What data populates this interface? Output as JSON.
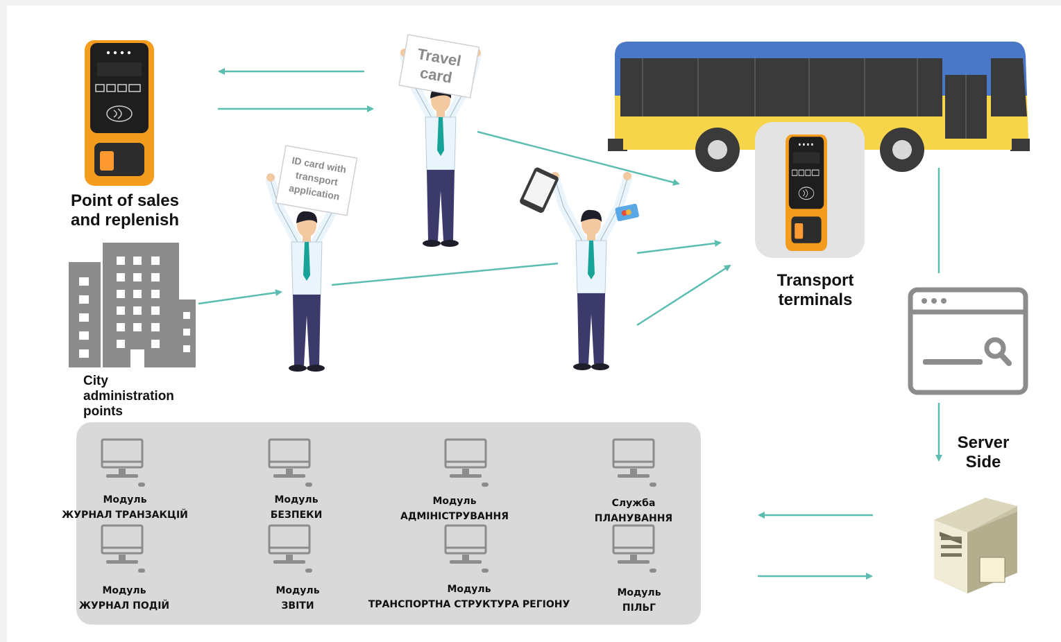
{
  "nodes": {
    "pos": [
      "Point of sales",
      "and replenish"
    ],
    "city": [
      "City",
      "administration",
      "points"
    ],
    "terminals": [
      "Transport",
      "terminals"
    ],
    "server": [
      "Server",
      "Side"
    ]
  },
  "signs": {
    "travel_card": [
      "Travel",
      "card"
    ],
    "id_card": [
      "ID card with",
      "transport",
      "application"
    ]
  },
  "modules": [
    {
      "line1": "Модуль",
      "line2": "ЖУРНАЛ ТРАНЗАКЦІЙ"
    },
    {
      "line1": "Модуль",
      "line2": "БЕЗПЕКИ"
    },
    {
      "line1": "Модуль",
      "line2": "АДМІНІСТРУВАННЯ"
    },
    {
      "line1": "Служба",
      "line2": "ПЛАНУВАННЯ"
    },
    {
      "line1": "Модуль",
      "line2": "ЖУРНАЛ ПОДІЙ"
    },
    {
      "line1": "Модуль",
      "line2": "ЗВІТИ"
    },
    {
      "line1": "Модуль",
      "line2": "ТРАНСПОРТНА СТРУКТУРА РЕГІОНУ"
    },
    {
      "line1": "Модуль",
      "line2": "ПІЛЬГ"
    }
  ],
  "colors": {
    "arrow": "#5bbcb0",
    "terminal_body": "#f39c1e",
    "terminal_face": "#1e1e1e",
    "bus_top": "#4a78c9",
    "bus_bottom": "#f7d54a",
    "person_shirt": "#eaf4fb",
    "person_tie": "#17a398",
    "person_pants": "#3b3a6a",
    "panel": "#d9d9d9",
    "icon_grey": "#8c8c8c"
  },
  "icons": [
    "payment-terminal-icon",
    "building-icon",
    "person-icon",
    "bus-icon",
    "browser-search-icon",
    "server-tower-icon",
    "monitor-icon",
    "tablet-icon",
    "bank-card-icon"
  ]
}
